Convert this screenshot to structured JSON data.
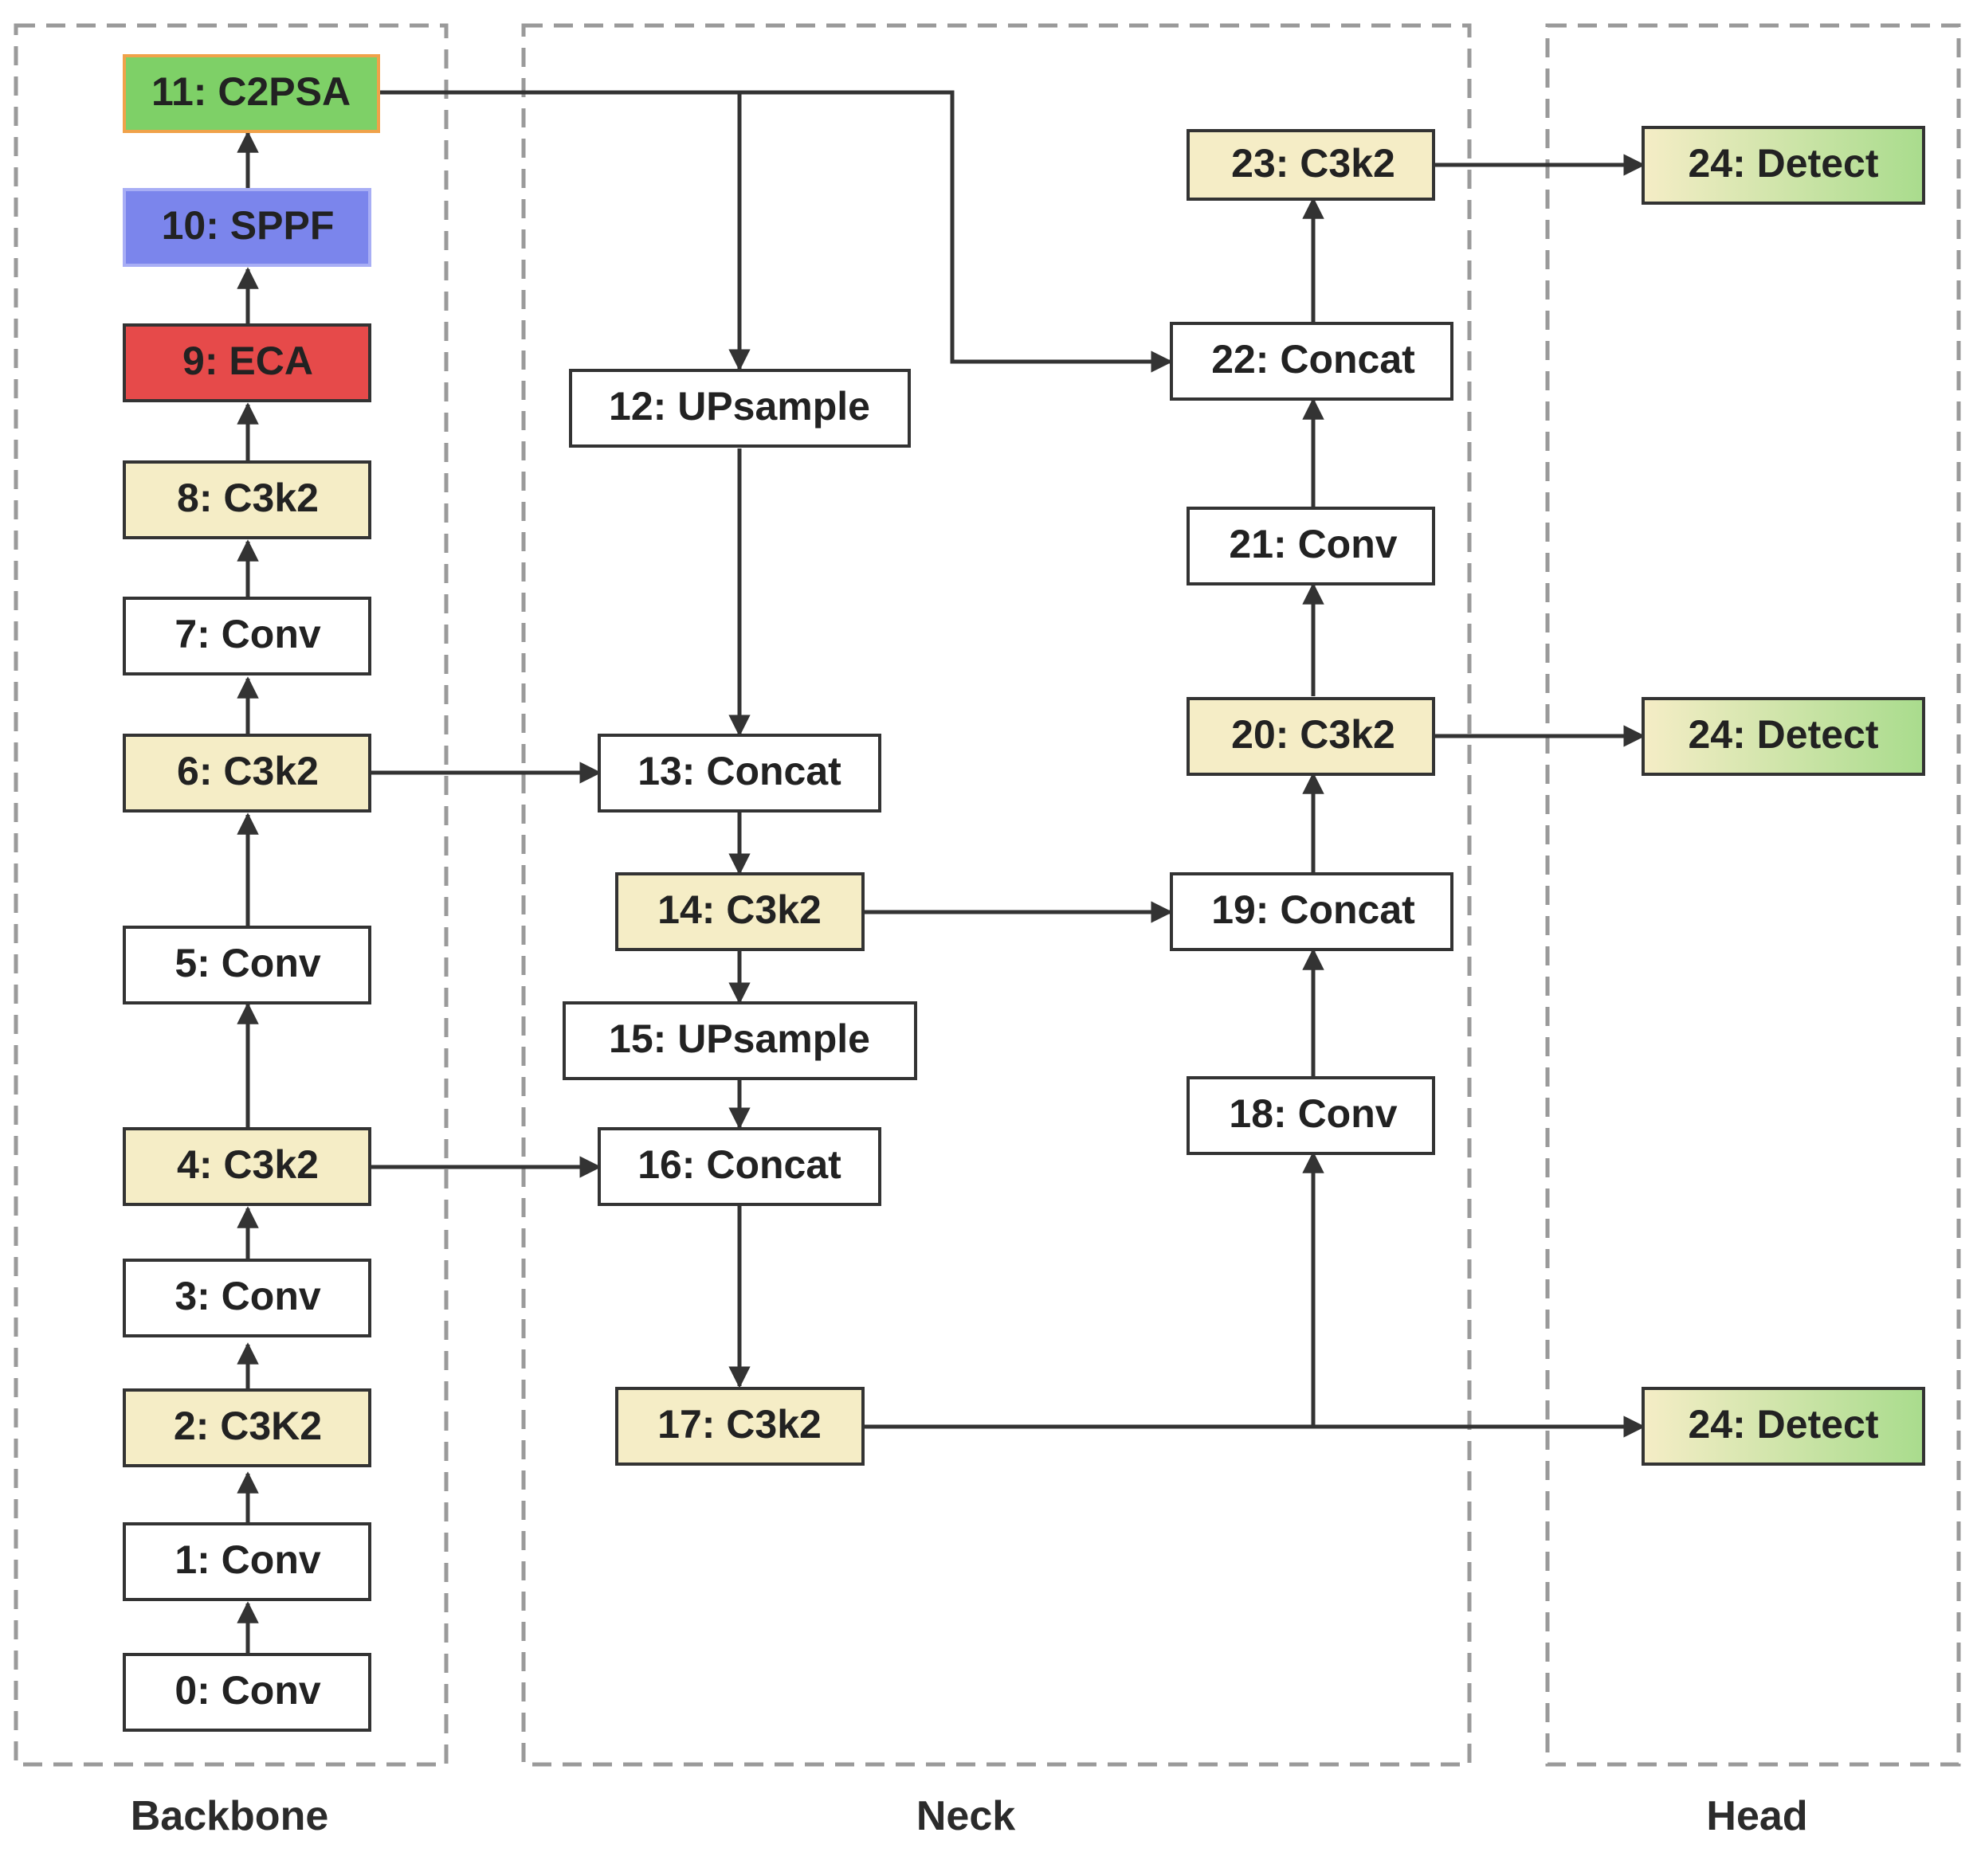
{
  "sections": {
    "backbone": "Backbone",
    "neck": "Neck",
    "head": "Head"
  },
  "colors": {
    "c3k2": "#f5edc6",
    "plain": "#ffffff",
    "eca": "#e64a4a",
    "sppf": "#7b85ec",
    "c2psa": "#7ed067",
    "c2psa_border": "#f0a24a",
    "detect_from": "#f5edc6",
    "detect_to": "#a9dc8d",
    "line": "#333333",
    "dash": "#9a9a9a"
  },
  "nodes": {
    "n0": "0: Conv",
    "n1": "1: Conv",
    "n2": "2: C3K2",
    "n3": "3: Conv",
    "n4": "4: C3k2",
    "n5": "5: Conv",
    "n6": "6: C3k2",
    "n7": "7: Conv",
    "n8": "8: C3k2",
    "n9": "9: ECA",
    "n10": "10: SPPF",
    "n11": "11: C2PSA",
    "n12": "12: UPsample",
    "n13": "13: Concat",
    "n14": "14: C3k2",
    "n15": "15:  UPsample",
    "n16": "16: Concat",
    "n17": "17:  C3k2",
    "n18": "18: Conv",
    "n19": "19: Concat",
    "n20": "20: C3k2",
    "n21": "21: Conv",
    "n22": "22: Concat",
    "n23": "23: C3k2",
    "d1": "24: Detect",
    "d2": "24: Detect",
    "d3": "24: Detect"
  }
}
